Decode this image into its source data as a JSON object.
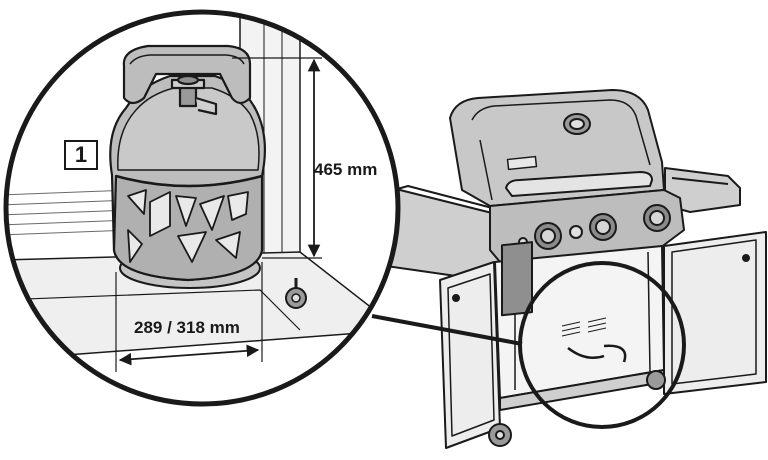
{
  "step_number": "1",
  "dimensions": {
    "height": "465 mm",
    "width": "289 / 318 mm"
  },
  "colors": {
    "line": "#1a1a1a",
    "tank_fill": "#bdbdbd",
    "tank_shadow": "#8f8f8f",
    "grill_fill": "#c8c8c8",
    "grill_dark": "#9a9a9a",
    "panel_light": "#ededed",
    "background": "#ffffff"
  }
}
